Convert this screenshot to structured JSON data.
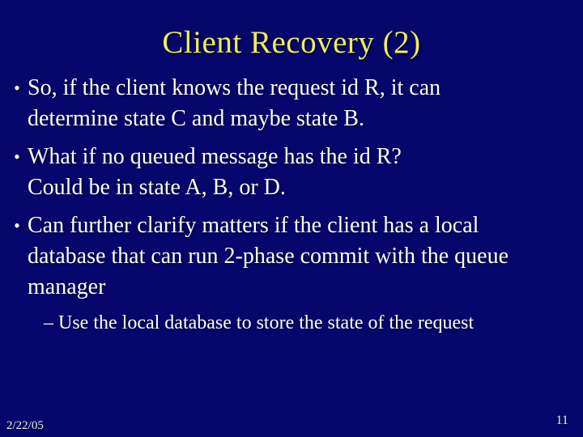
{
  "slide": {
    "title": "Client Recovery (2)",
    "bullets": [
      {
        "level": 1,
        "lines": [
          "So, if the client knows the request id R, it can",
          "determine state C and maybe state B."
        ]
      },
      {
        "level": 1,
        "lines": [
          "What if no queued message has the id R?",
          "Could be in state A, B, or D."
        ]
      },
      {
        "level": 1,
        "lines": [
          "Can further clarify matters if the client has a local",
          "database that can run 2-phase commit with the queue",
          "manager"
        ]
      },
      {
        "level": 2,
        "lines": [
          "Use the local database to store the state of the request"
        ]
      }
    ],
    "footer_date": "2/22/05",
    "page_number": "11",
    "colors": {
      "background": "#05056b",
      "title": "#f0ee55",
      "body_text": "#ffffff"
    }
  },
  "glyphs": {
    "bullet": "•",
    "dash": "–"
  }
}
